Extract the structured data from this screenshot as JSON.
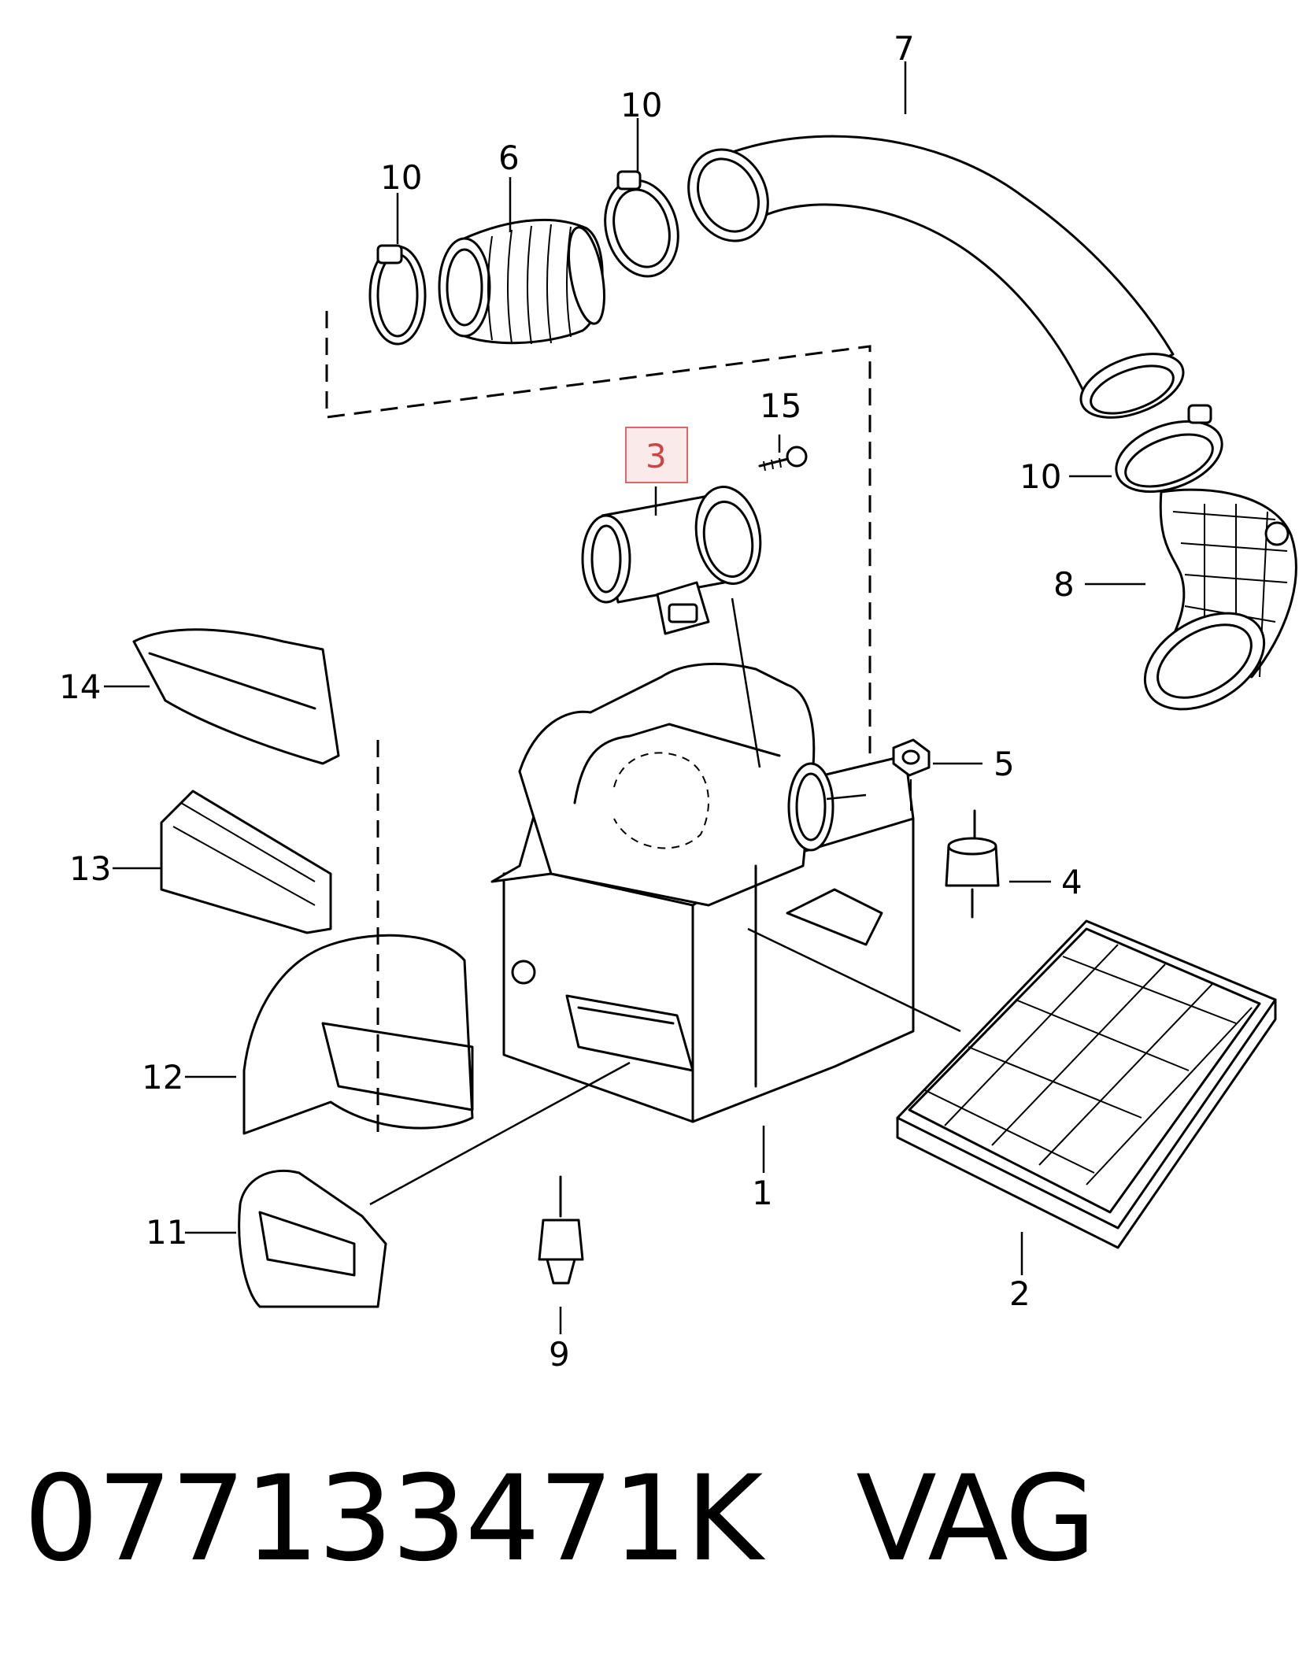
{
  "callouts": {
    "c1": "1",
    "c2": "2",
    "c3": "3",
    "c4": "4",
    "c5": "5",
    "c6": "6",
    "c7": "7",
    "c8": "8",
    "c9": "9",
    "c10a": "10",
    "c10b": "10",
    "c10c": "10",
    "c11": "11",
    "c12": "12",
    "c13": "13",
    "c14": "14",
    "c15": "15"
  },
  "highlight_color": "#e06666",
  "footer": {
    "part_number": "077133471K",
    "brand": "VAG"
  }
}
